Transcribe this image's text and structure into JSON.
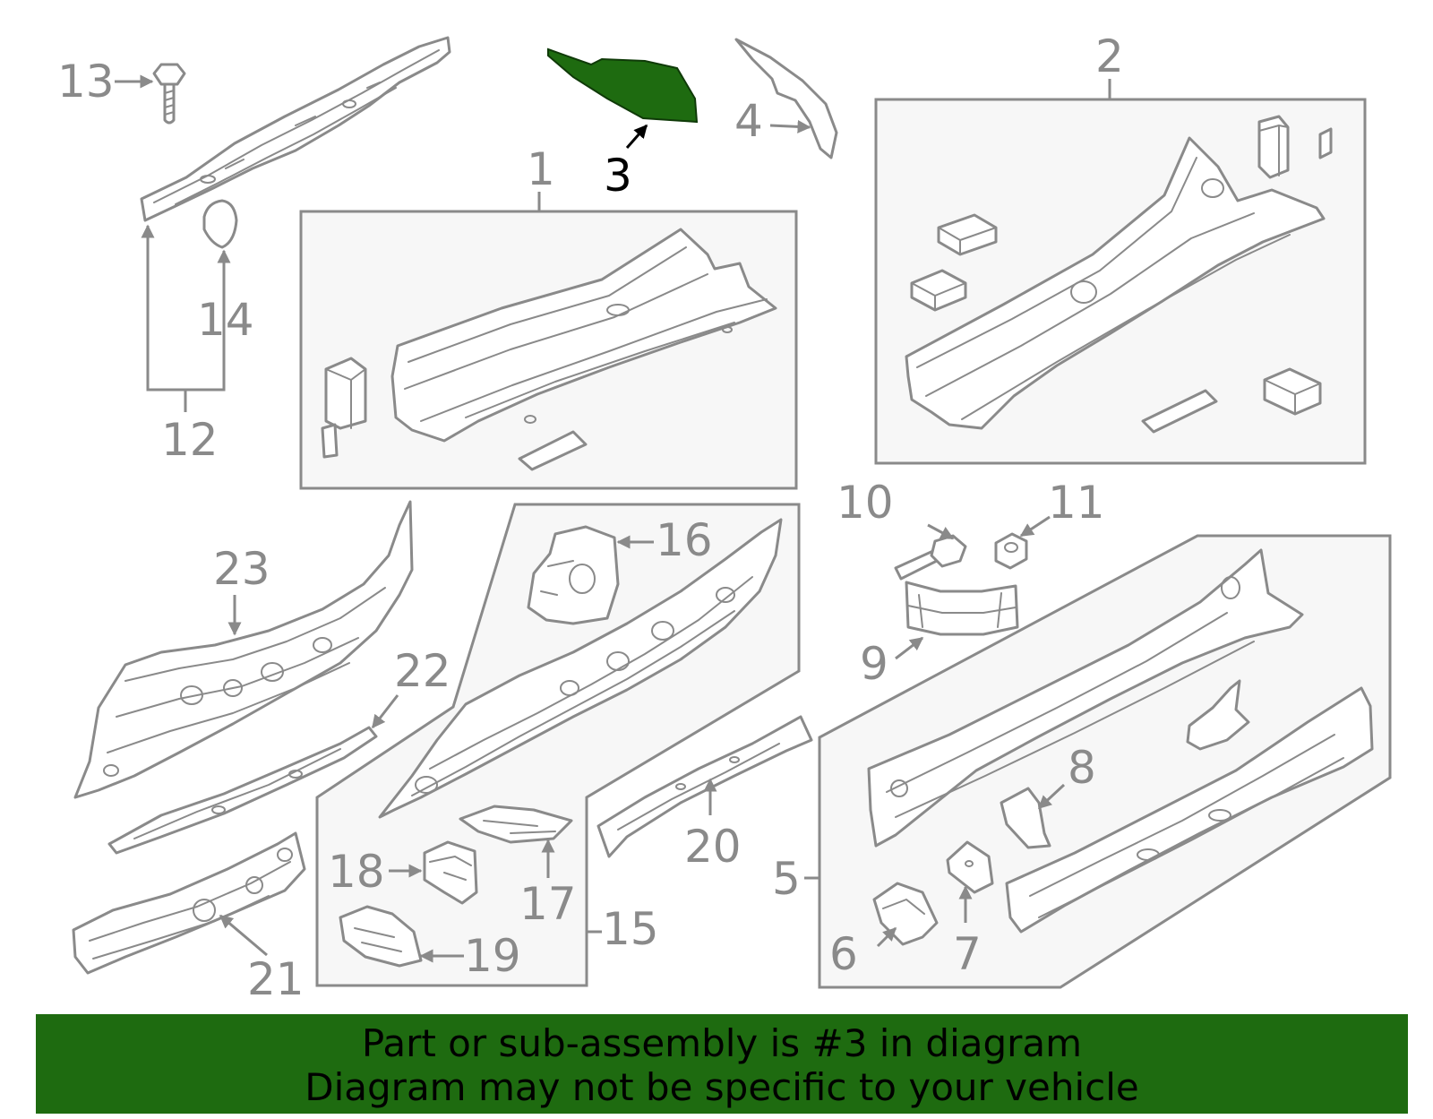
{
  "callouts": {
    "c1": "1",
    "c2": "2",
    "c3": "3",
    "c4": "4",
    "c5": "5",
    "c6": "6",
    "c7": "7",
    "c8": "8",
    "c9": "9",
    "c10": "10",
    "c11": "11",
    "c12": "12",
    "c13": "13",
    "c14": "14",
    "c15": "15",
    "c16": "16",
    "c17": "17",
    "c18": "18",
    "c19": "19",
    "c20": "20",
    "c21": "21",
    "c22": "22",
    "c23": "23"
  },
  "highlight": {
    "part_number": "3",
    "color": "#1e6b10"
  },
  "banner": {
    "line1": "Part or sub-assembly is #3 in diagram",
    "line2": "Diagram may not be specific to your vehicle",
    "background": "#1e6b10"
  },
  "colors": {
    "line": "#8a8a8a",
    "box_fill": "#f7f7f7",
    "highlight_text": "#000000"
  }
}
